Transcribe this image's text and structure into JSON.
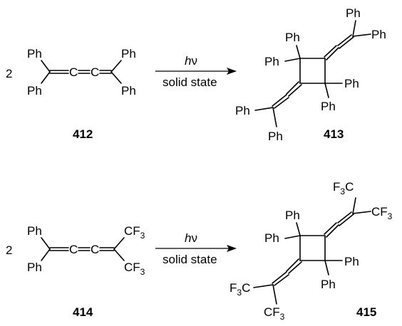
{
  "reaction1": {
    "coefficient": "2",
    "reactant_labels": [
      "Ph",
      "Ph",
      "Ph",
      "Ph"
    ],
    "allene_atoms": [
      "C",
      "C"
    ],
    "condition_h": "h",
    "condition_nu": "ν",
    "condition_state": "solid state",
    "product_labels": [
      "Ph",
      "Ph",
      "Ph",
      "Ph",
      "Ph",
      "Ph",
      "Ph",
      "Ph"
    ],
    "reactant_id": "412",
    "product_id": "413"
  },
  "reaction2": {
    "coefficient": "2",
    "reactant_labels": [
      "Ph",
      "Ph"
    ],
    "reactant_cf3": [
      {
        "base": "CF",
        "sub": "3"
      },
      {
        "base": "CF",
        "sub": "3"
      }
    ],
    "allene_atoms": [
      "C",
      "C"
    ],
    "condition_h": "h",
    "condition_nu": "ν",
    "condition_state": "solid state",
    "product_labels": [
      "Ph",
      "Ph",
      "Ph",
      "Ph"
    ],
    "product_f3c": [
      {
        "base": "F",
        "sub": "3",
        "tail": "C"
      },
      {
        "base": "F",
        "sub": "3",
        "tail": "C"
      }
    ],
    "product_cf3": [
      {
        "base": "CF",
        "sub": "3"
      },
      {
        "base": "CF",
        "sub": "3"
      }
    ],
    "reactant_id": "414",
    "product_id": "415"
  }
}
